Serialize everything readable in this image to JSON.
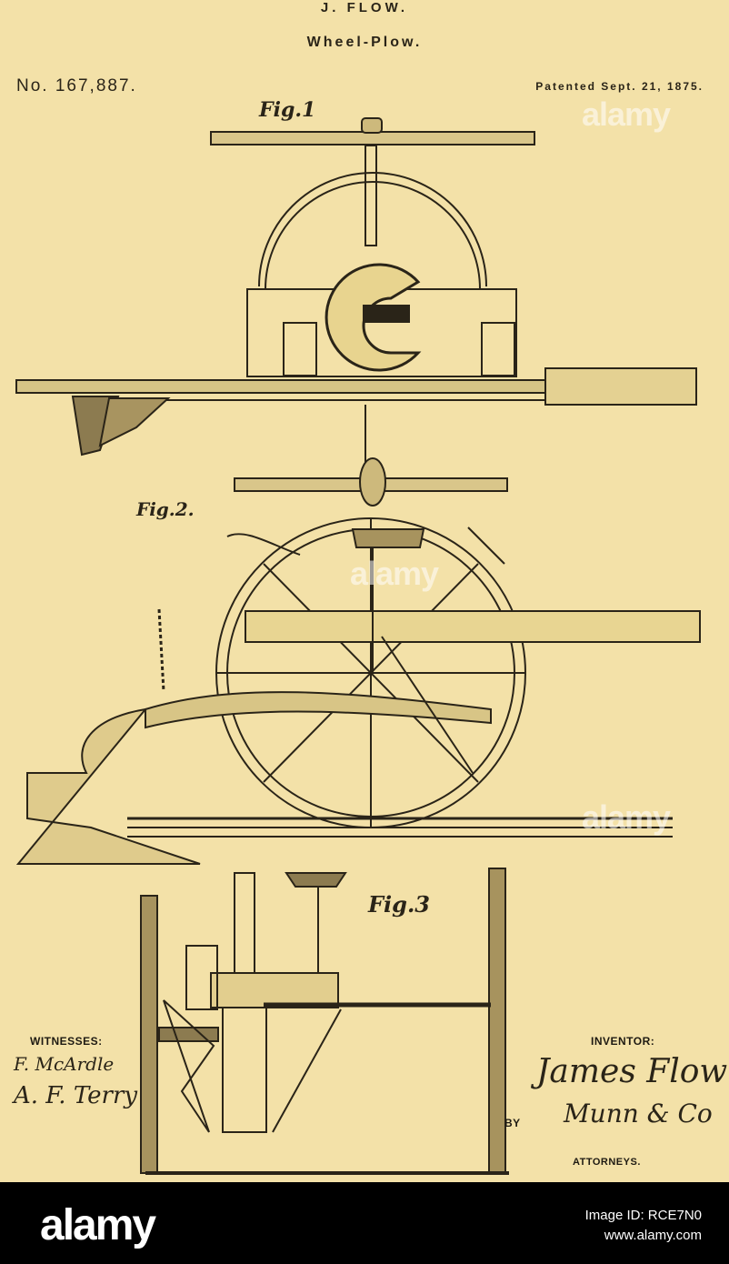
{
  "header": {
    "name": "J. FLOW.",
    "title": "Wheel-Plow.",
    "patent_number": "No. 167,887.",
    "patent_date": "Patented Sept. 21, 1875."
  },
  "figures": [
    {
      "label": "Fig.1"
    },
    {
      "label": "Fig.2."
    },
    {
      "label": "Fig.3"
    }
  ],
  "witnesses_label": "WITNESSES:",
  "inventor_label": "INVENTOR:",
  "by_label": "BY",
  "attorneys_label": "ATTORNEYS.",
  "signatures": {
    "inventor": "James Flow",
    "attorney": "Munn & Co",
    "witness1": "F. McArdle",
    "witness2": "A. F. Terry"
  },
  "watermark": "alamy",
  "footer": {
    "logo": "alamy",
    "image_id": "Image ID: RCE7N0",
    "site": "www.alamy.com"
  },
  "colors": {
    "paper": "#f3e1a8",
    "ink": "#2a2418",
    "footer_bg": "#000000"
  }
}
